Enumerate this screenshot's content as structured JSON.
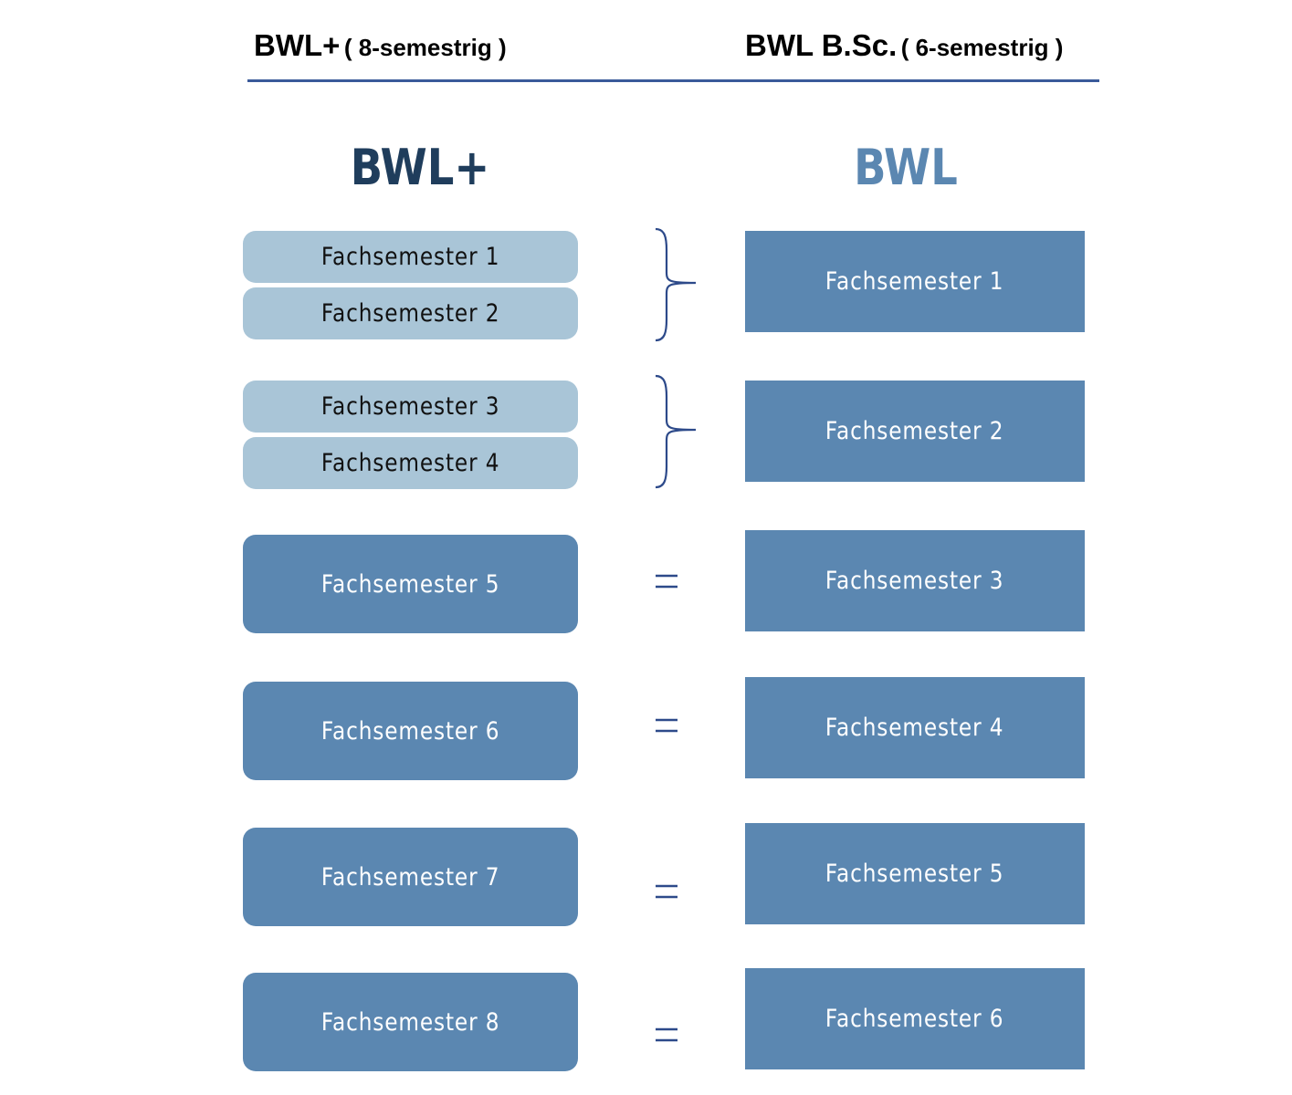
{
  "header": {
    "left_main": "BWL+",
    "left_sub": "( 8-semestrig )",
    "right_main": "BWL B.Sc.",
    "right_sub": "( 6-semestrig )"
  },
  "columns": {
    "left_title": "BWL+",
    "right_title": "BWL"
  },
  "left_semesters": [
    "Fachsemester 1",
    "Fachsemester 2",
    "Fachsemester 3",
    "Fachsemester 4",
    "Fachsemester 5",
    "Fachsemester 6",
    "Fachsemester 7",
    "Fachsemester 8"
  ],
  "right_semesters": [
    "Fachsemester 1",
    "Fachsemester 2",
    "Fachsemester 3",
    "Fachsemester 4",
    "Fachsemester 5",
    "Fachsemester 6"
  ],
  "symbols": {
    "equals": "="
  },
  "colors": {
    "light_box": "#a9c5d7",
    "dark_box": "#5b87b1",
    "left_title": "#1f3d5c",
    "right_title": "#5b87b1",
    "rule": "#3a5a9a",
    "connector": "#2d4a8a"
  }
}
